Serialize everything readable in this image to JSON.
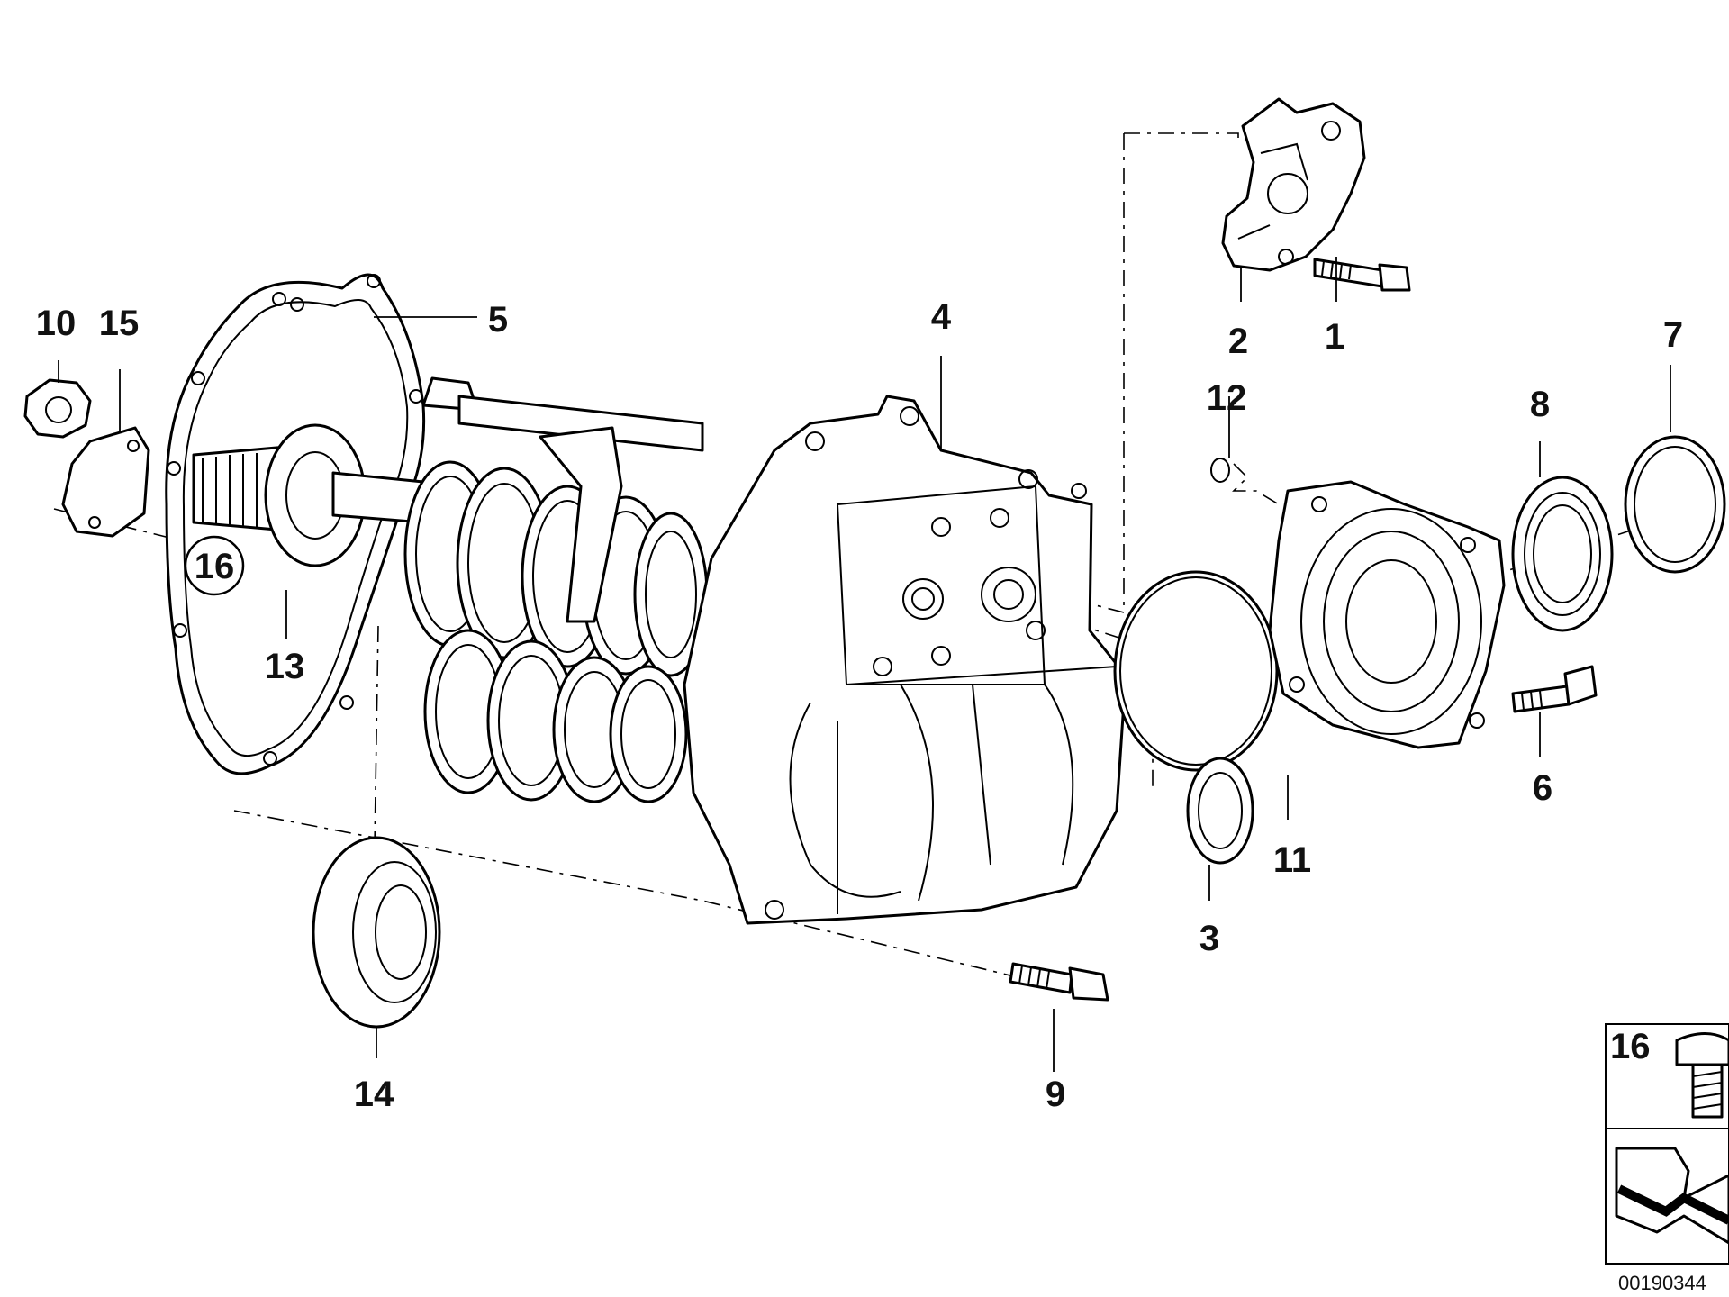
{
  "diagram": {
    "callouts": {
      "p1": "1",
      "p2": "2",
      "p3": "3",
      "p4": "4",
      "p5": "5",
      "p6": "6",
      "p7": "7",
      "p8": "8",
      "p9": "9",
      "p10": "10",
      "p11": "11",
      "p12": "12",
      "p13": "13",
      "p14": "14",
      "p15": "15",
      "p16": "16"
    },
    "legend_number": "16",
    "document_id": "00190344"
  }
}
